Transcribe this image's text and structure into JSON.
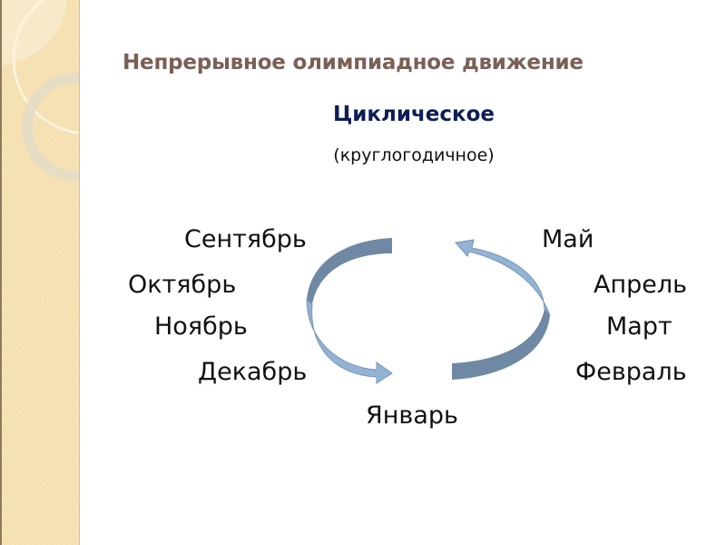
{
  "slide": {
    "title": "Непрерывное олимпиадное движение",
    "subtitle": "Циклическое",
    "subtitle_note": "(круглогодичное)"
  },
  "diagram": {
    "type": "cycle",
    "arrows": [
      {
        "name": "left-arc-arrow",
        "direction": "counterclockwise-down",
        "color": "#7f9bb8"
      },
      {
        "name": "right-arc-arrow",
        "direction": "counterclockwise-up",
        "color": "#7f9bb8"
      }
    ],
    "left_months": [
      "Сентябрь",
      "Октябрь",
      "Ноябрь",
      "Декабрь"
    ],
    "bottom_month": "Январь",
    "right_months": [
      "Февраль",
      "Март",
      "Апрель",
      "Май"
    ]
  },
  "colors": {
    "title": "#7a5f55",
    "subtitle": "#0f1d55",
    "sidebar": "#f5dfae",
    "arrow_fill": "#93b3d4",
    "arrow_dark": "#6f88a3"
  }
}
